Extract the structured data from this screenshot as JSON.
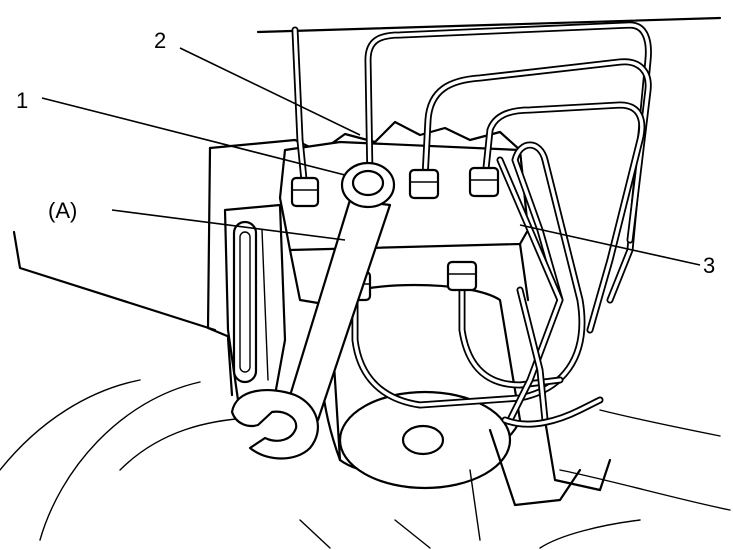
{
  "callouts": {
    "one": "1",
    "two": "2",
    "three": "3",
    "a": "(A)"
  }
}
